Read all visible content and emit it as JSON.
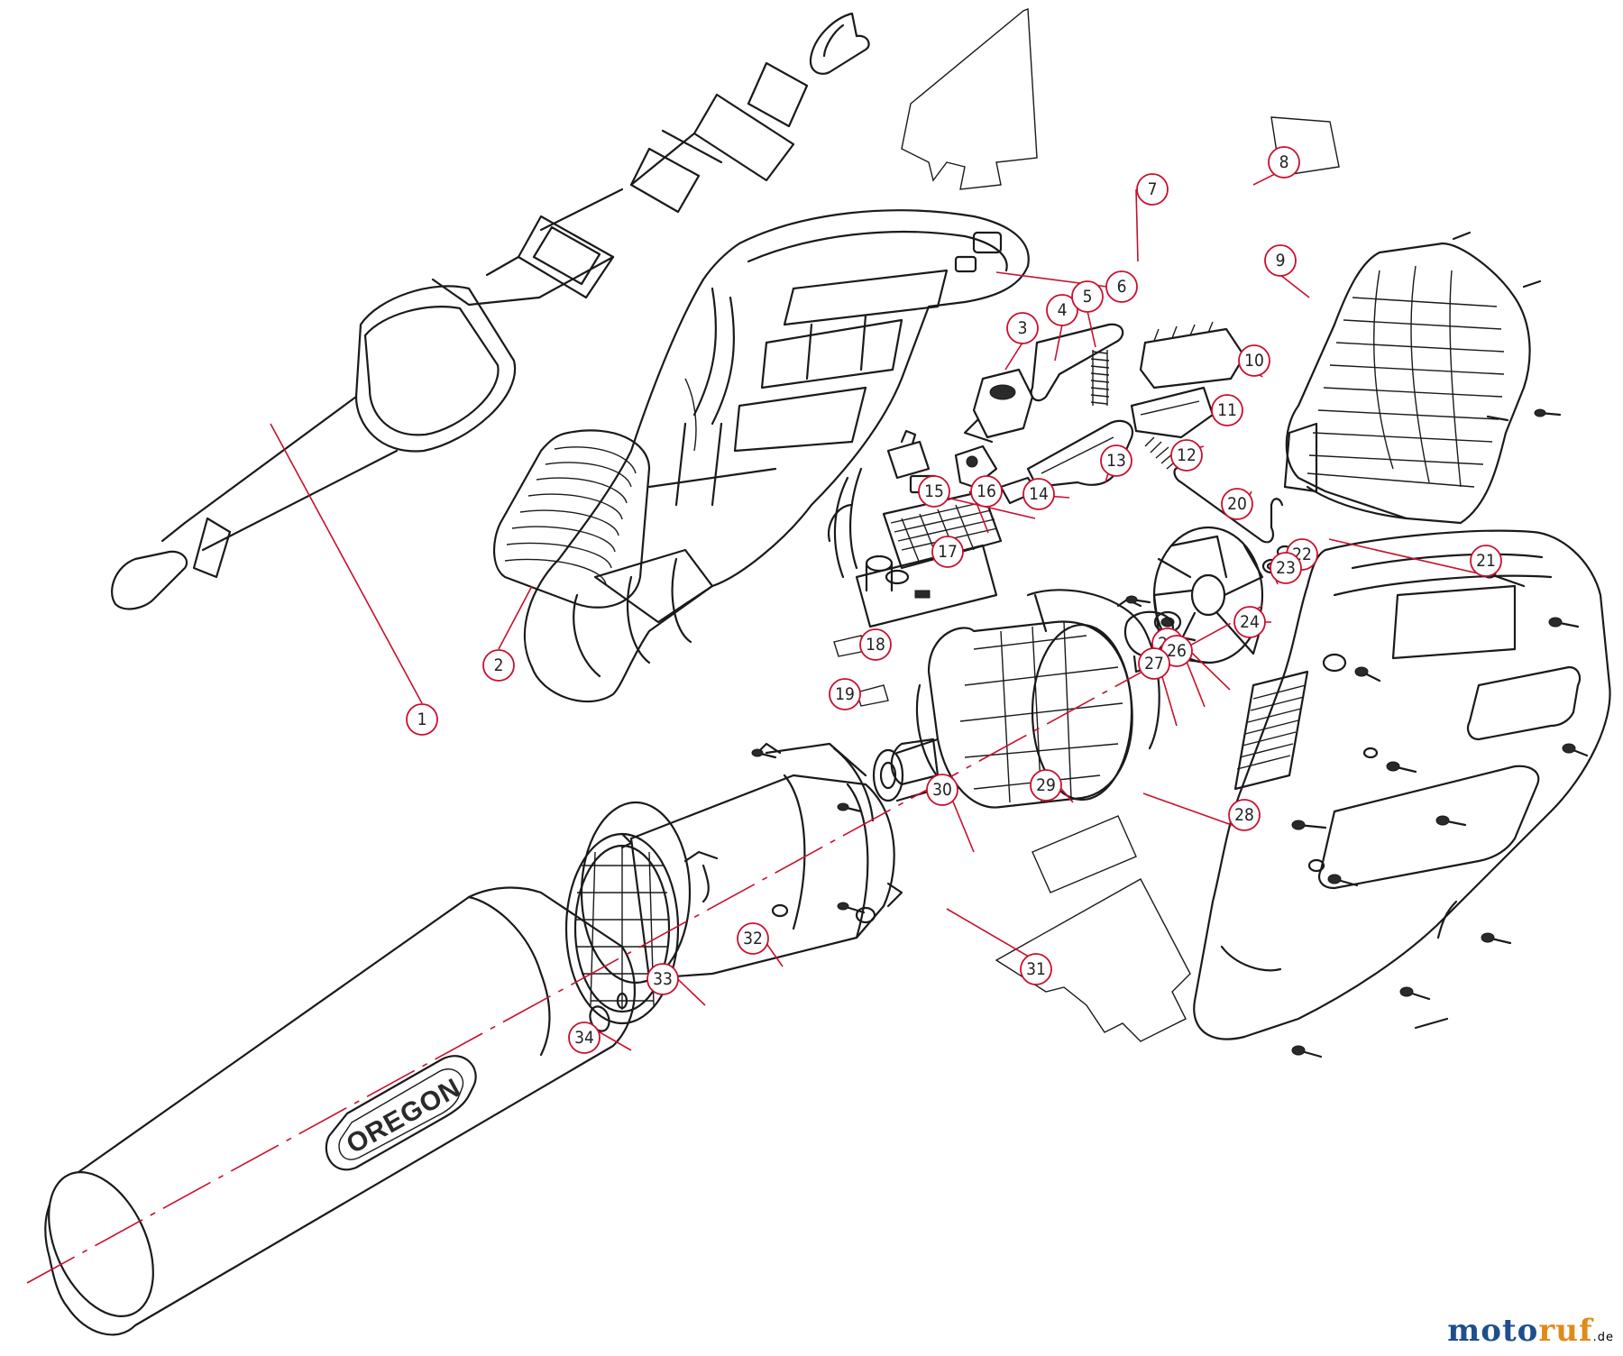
{
  "diagram": {
    "brand_label": "OREGON",
    "watermark": {
      "name_part_1": "moto",
      "name_part_2": "ruf",
      "tld": ".de"
    },
    "colors": {
      "callout": "#c8102e",
      "line": "#1a1a1a",
      "watermark_blue": "#1f4e8c",
      "watermark_orange": "#e08a1a"
    },
    "callouts": [
      {
        "label": "1"
      },
      {
        "label": "2"
      },
      {
        "label": "3"
      },
      {
        "label": "4"
      },
      {
        "label": "5"
      },
      {
        "label": "6"
      },
      {
        "label": "7"
      },
      {
        "label": "8"
      },
      {
        "label": "9"
      },
      {
        "label": "10"
      },
      {
        "label": "11"
      },
      {
        "label": "12"
      },
      {
        "label": "13"
      },
      {
        "label": "14"
      },
      {
        "label": "15"
      },
      {
        "label": "16"
      },
      {
        "label": "17"
      },
      {
        "label": "18"
      },
      {
        "label": "19"
      },
      {
        "label": "20"
      },
      {
        "label": "21"
      },
      {
        "label": "22"
      },
      {
        "label": "23"
      },
      {
        "label": "24"
      },
      {
        "label": "25"
      },
      {
        "label": "26"
      },
      {
        "label": "27"
      },
      {
        "label": "28"
      },
      {
        "label": "29"
      },
      {
        "label": "30"
      },
      {
        "label": "31"
      },
      {
        "label": "32"
      },
      {
        "label": "33"
      },
      {
        "label": "34"
      }
    ]
  }
}
